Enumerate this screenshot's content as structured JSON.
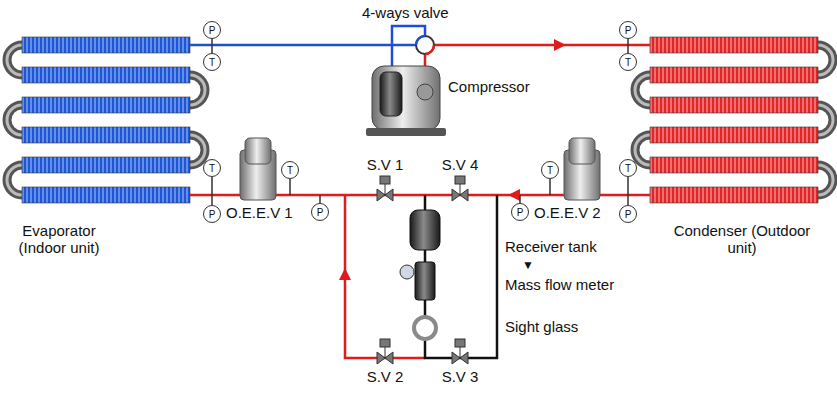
{
  "diagram": {
    "nodes": [
      {
        "text": [
          "P"
        ]
      },
      {
        "text": [
          "T"
        ]
      },
      {
        "text": [
          "P"
        ]
      },
      {
        "text": [
          "T"
        ]
      },
      {
        "text": [
          "T"
        ]
      },
      {
        "text": [
          "P"
        ]
      },
      {
        "text": [
          "T"
        ]
      },
      {
        "text": [
          "P"
        ]
      },
      {
        "text": [
          "T"
        ]
      },
      {
        "text": [
          "P"
        ]
      },
      {
        "text": [
          "T"
        ]
      },
      {
        "text": [
          "P"
        ]
      }
    ],
    "labels": [
      "4-ways valve",
      "Compressor",
      "Evaporator (Indoor unit)",
      "Condenser (Outdoor unit)",
      "O.E.E.V 1",
      "O.E.E.V 2",
      "S.V 1",
      "S.V 4",
      "Receiver tank",
      "▼",
      "Mass flow meter",
      "Sight glass",
      "S.V 2",
      "S.V 3"
    ]
  }
}
